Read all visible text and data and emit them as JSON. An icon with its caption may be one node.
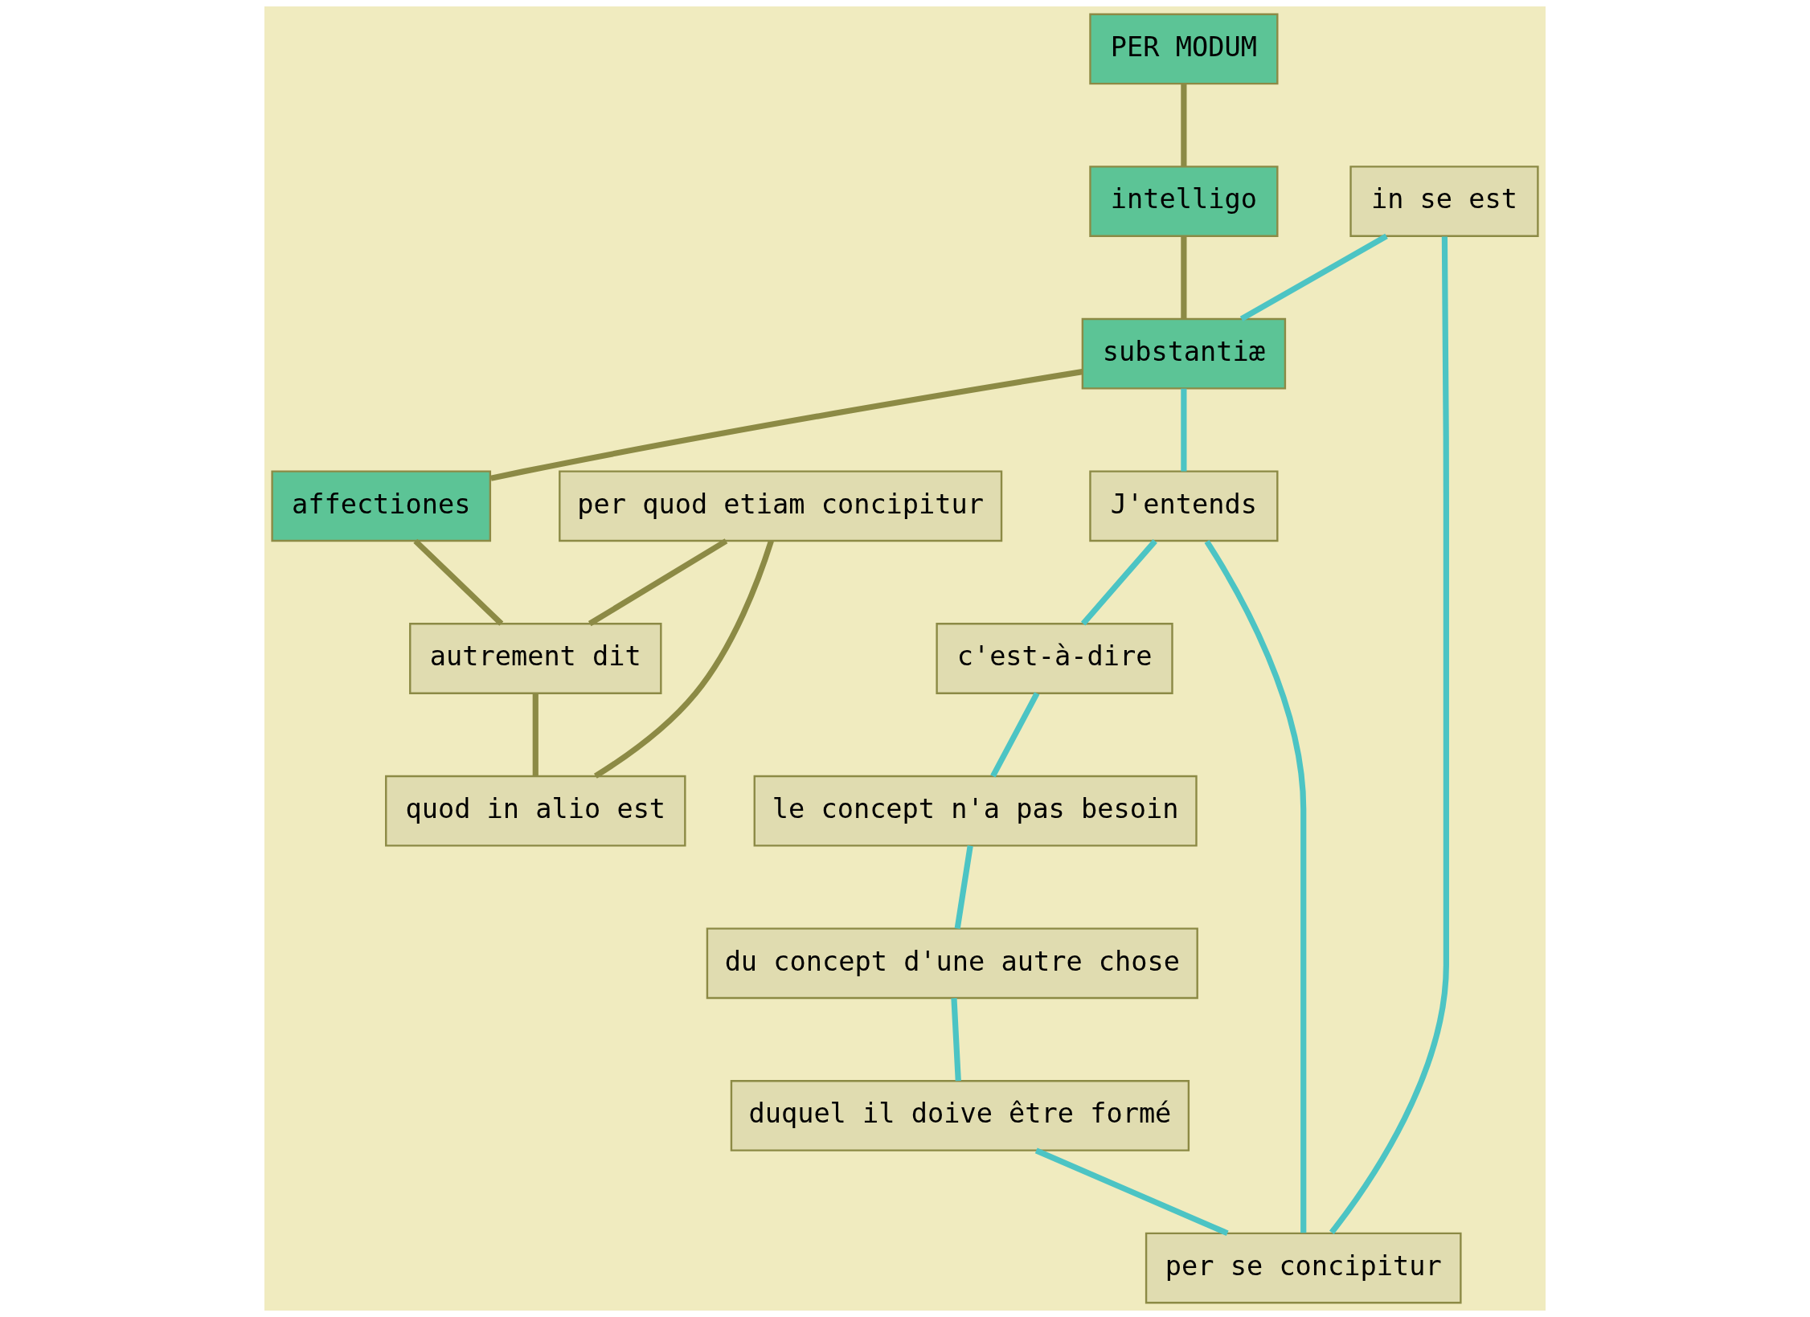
{
  "diagram": {
    "nodes": [
      {
        "text": [
          "per quod etiam concipitur"
        ]
      },
      {
        "text": [
          "autrement dit"
        ]
      },
      {
        "text": [
          "quod in alio est"
        ]
      },
      {
        "text": [
          "affectiones"
        ]
      },
      {
        "text": [
          "PER MODUM"
        ]
      },
      {
        "text": [
          "intelligo"
        ]
      },
      {
        "text": [
          "substantiæ"
        ]
      },
      {
        "text": [
          "J'entends"
        ]
      },
      {
        "text": [
          "c'est-à-dire"
        ]
      },
      {
        "text": [
          "le concept n'a pas besoin"
        ]
      },
      {
        "text": [
          "du concept d'une autre chose"
        ]
      },
      {
        "text": [
          "duquel il doive être formé"
        ]
      },
      {
        "text": [
          "in se est"
        ]
      },
      {
        "text": [
          "per se concipitur"
        ]
      }
    ],
    "edges": [
      {
        "from": 2,
        "to": 0,
        "arrow": "none",
        "color": "#8c8a45"
      },
      {
        "from": 0,
        "to": 1,
        "arrow": "none",
        "color": "#8c8a45"
      },
      {
        "from": 1,
        "to": 2,
        "arrow": "none",
        "color": "#8c8a45"
      },
      {
        "from": 3,
        "to": 1,
        "arrow": "none",
        "color": "#8c8a45"
      },
      {
        "from": 6,
        "to": 3,
        "arrow": "none",
        "color": "#8c8a45"
      },
      {
        "from": 4,
        "to": 5,
        "arrow": "none",
        "color": "#8c8a45"
      },
      {
        "from": 5,
        "to": 6,
        "arrow": "none",
        "color": "#8c8a45"
      },
      {
        "from": 6,
        "to": 7,
        "arrow": "none"
      },
      {
        "from": 12,
        "to": 6,
        "arrow": "none"
      },
      {
        "from": 12,
        "to": 13,
        "arrow": "none"
      },
      {
        "from": 13,
        "to": 7,
        "arrow": "none"
      },
      {
        "from": 7,
        "to": 8,
        "arrow": "none"
      },
      {
        "from": 8,
        "to": 9,
        "arrow": "none"
      },
      {
        "from": 9,
        "to": 10,
        "arrow": "none"
      },
      {
        "from": 10,
        "to": 11,
        "arrow": "none"
      },
      {
        "from": 11,
        "to": 13,
        "arrow": "none"
      }
    ]
  }
}
